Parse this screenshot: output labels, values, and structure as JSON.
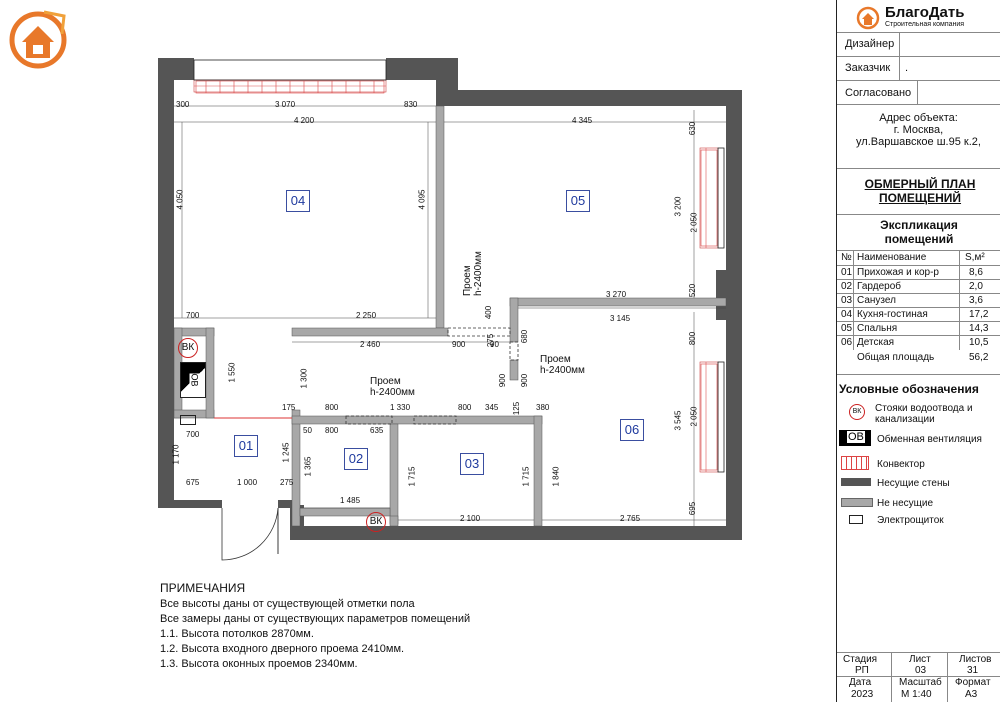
{
  "company": {
    "name": "БлагоДать",
    "subtitle": "Строительная компания"
  },
  "fields": [
    {
      "label": "Дизайнер",
      "value": ""
    },
    {
      "label": "Заказчик",
      "value": "."
    },
    {
      "label": "Согласовано",
      "value": ""
    }
  ],
  "address": {
    "label": "Адрес объекта:",
    "city": "г. Москва,",
    "street": "ул.Варшавское ш.95 к.2,"
  },
  "plan_title": "ОБМЕРНЫЙ ПЛАН ПОМЕЩЕНИЙ",
  "explication": {
    "title": "Экспликация помещений",
    "headers": [
      "№",
      "Наименование",
      "S,м²"
    ],
    "rows": [
      [
        "01",
        "Прихожая и кор-р",
        "8,6"
      ],
      [
        "02",
        "Гардероб",
        "2,0"
      ],
      [
        "03",
        "Санузел",
        "3,6"
      ],
      [
        "04",
        "Кухня-гостиная",
        "17,2"
      ],
      [
        "05",
        "Спальня",
        "14,3"
      ],
      [
        "06",
        "Детская",
        "10,5"
      ]
    ],
    "total_label": "Общая площадь",
    "total_value": "56,2"
  },
  "legend": {
    "title": "Условные обозначения",
    "items": [
      {
        "symbol": "ВК",
        "label": "Стояки водоотвода и канализации"
      },
      {
        "symbol": "ОВ",
        "label": "Обменная вентиляция"
      },
      {
        "symbol": "",
        "label": "Конвектор"
      },
      {
        "symbol": "",
        "label": "Несущие стены"
      },
      {
        "symbol": "",
        "label": "Не несущие"
      },
      {
        "symbol": "",
        "label": "Электрощиток"
      }
    ]
  },
  "titleblock": {
    "headers1": [
      "Стадия",
      "Лист",
      "Листов"
    ],
    "values1": [
      "РП",
      "03",
      "31"
    ],
    "headers2": [
      "Дата",
      "Масштаб",
      "Формат"
    ],
    "values2": [
      "2023",
      "М 1:40",
      "А3"
    ]
  },
  "notes": {
    "title": "ПРИМЕЧАНИЯ",
    "lines": [
      "Все высоты даны от существующей отметки пола",
      "Все замеры даны от существующих параметров помещений",
      "1.1. Высота потолков 2870мм.",
      "1.2. Высота входного дверного проема 2410мм.",
      "1.3. Высота оконных проемов 2340мм."
    ]
  },
  "rooms": [
    "04",
    "05",
    "01",
    "02",
    "03",
    "06"
  ],
  "openings": [
    {
      "title": "Проем",
      "height": "h-2400мм"
    },
    {
      "title": "Проем",
      "height": "h-2400мм"
    },
    {
      "title": "Проем",
      "height": "h-2400мм"
    }
  ],
  "symbols": {
    "vk": "ВК",
    "ov": "ОВ"
  },
  "dims": {
    "d300": "300",
    "d3070": "3 070",
    "d830": "830",
    "d4200": "4 200",
    "d4345": "4 345",
    "d4050": "4 050",
    "d4095": "4 095",
    "d3200": "3 200",
    "d630": "630",
    "d2050a": "2 050",
    "d520": "520",
    "d3270": "3 270",
    "d3145": "3 145",
    "d400": "400",
    "d275": "275",
    "d680": "680",
    "d700a": "700",
    "d2250": "2 250",
    "d2460": "2 460",
    "d900a": "900",
    "d90": "90",
    "d1550": "1 550",
    "d1300": "1 300",
    "d900b": "900",
    "d900c": "900",
    "d175": "175",
    "d800a": "800",
    "d1330": "1 330",
    "d800b": "800",
    "d345": "345",
    "d125": "125",
    "d380": "380",
    "d800c": "800",
    "d3545": "3 545",
    "d2050b": "2 050",
    "d50": "50",
    "d800d": "800",
    "d635": "635",
    "d700b": "700",
    "d1245": "1 245",
    "d1365": "1 365",
    "d1715a": "1 715",
    "d1715b": "1 715",
    "d1840": "1 840",
    "d695": "695",
    "d1170": "1 170",
    "d675": "675",
    "d1000": "1 000",
    "d275b": "275",
    "d1485": "1 485",
    "d2100": "2 100",
    "d2765": "2 765"
  }
}
